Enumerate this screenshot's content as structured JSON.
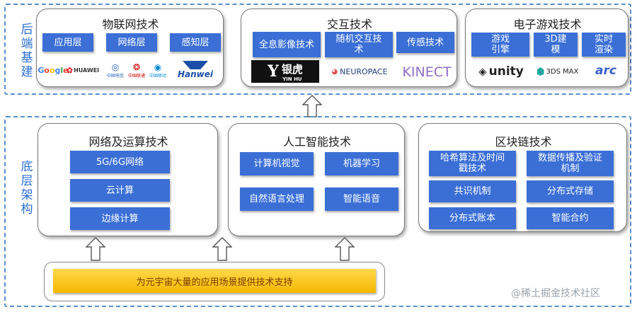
{
  "backend": {
    "side_label": "后端基建",
    "iot": {
      "title": "物联网技术",
      "layers": [
        "应用层",
        "网络层",
        "感知层"
      ],
      "logos": [
        "Google",
        "HUAWEI",
        "中国电信",
        "中国联通",
        "中国移动",
        "Hanwei"
      ]
    },
    "interaction": {
      "title": "交互技术",
      "items": [
        "全息影像技术",
        "随机交互技术",
        "传感技术"
      ],
      "logos": [
        "银虎",
        "YIN HU",
        "NEUROPACE",
        "KINECT"
      ]
    },
    "gaming": {
      "title": "电子游戏技术",
      "items": [
        "游戏引擎",
        "3D建模",
        "实时渲染"
      ],
      "logos": [
        "unity",
        "3DS MAX",
        "arc"
      ]
    }
  },
  "foundation": {
    "side_label": "底层架构",
    "network": {
      "title": "网络及运算技术",
      "items": [
        "5G/6G网络",
        "云计算",
        "边缘计算"
      ]
    },
    "ai": {
      "title": "人工智能技术",
      "items": [
        "计算机视觉",
        "机器学习",
        "自然语言处理",
        "智能语音"
      ]
    },
    "blockchain": {
      "title": "区块链技术",
      "items": [
        "哈希算法及时间戳技术",
        "数据传播及验证机制",
        "共识机制",
        "分布式存储",
        "分布式账本",
        "智能合约"
      ]
    },
    "support_bar": "为元宇宙大量的应用场景提供技术支持"
  },
  "watermark": "@稀土掘金技术社区"
}
